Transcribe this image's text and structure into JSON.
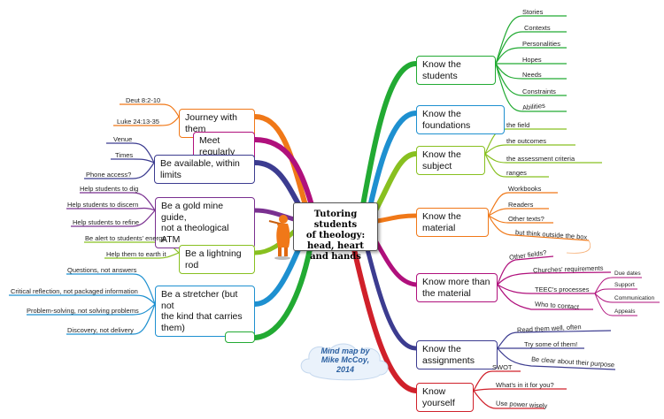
{
  "center": {
    "line1": "Tutoring students",
    "line2": "of theology:",
    "line3": "head, heart",
    "line4": "and hands"
  },
  "credit": {
    "line1": "Mind map by",
    "line2": "Mike McCoy,",
    "line3": "2014"
  },
  "right": {
    "students": {
      "label": "Know the students",
      "color": "#22aa33",
      "leaves": [
        "Stories",
        "Contexts",
        "Personalities",
        "Hopes",
        "Needs",
        "Constraints",
        "Abilities"
      ]
    },
    "foundations": {
      "label": "Know the foundations",
      "color": "#1e90d0"
    },
    "subject": {
      "label": "Know the subject",
      "color": "#88c020",
      "leaves": [
        "the field",
        "the outcomes",
        "the assessment criteria",
        "ranges"
      ]
    },
    "material": {
      "label": "Know the material",
      "color": "#f07818",
      "leaves": [
        "Workbooks",
        "Readers",
        "Other texts?",
        "but think outside the box"
      ]
    },
    "more": {
      "label": "Know more than the material",
      "color": "#b0107c",
      "leaves": [
        "Other fields?",
        "Churches' requirements",
        "TEEC's processes",
        "Who to contact"
      ],
      "subleaves": [
        "Due dates",
        "Support",
        "Communication",
        "Appeals"
      ]
    },
    "assignments": {
      "label": "Know the assignments",
      "color": "#3c3c90",
      "leaves": [
        "Read them well, often",
        "Try some of them!",
        "Be clear about their purpose"
      ]
    },
    "yourself": {
      "label": "Know yourself",
      "color": "#d0202a",
      "leaves": [
        "SWOT",
        "What's in it for you?",
        "Use power wisely"
      ]
    }
  },
  "left": {
    "journey": {
      "label": "Journey with them",
      "color": "#f07818",
      "leaves": [
        "Deut 8:2-10",
        "Luke 24:13-35"
      ]
    },
    "meet": {
      "label": "Meet regularly",
      "color": "#b0107c"
    },
    "available": {
      "label": "Be available, within limits",
      "color": "#3c3c90",
      "leaves": [
        "Venue",
        "Times",
        "Phone access?"
      ]
    },
    "goldmine": {
      "label1": "Be a gold mine guide,",
      "label2": "not a theological ATM",
      "color": "#7a3090",
      "leaves": [
        "Help students to dig",
        "Help students to discern",
        "Help students to refine"
      ]
    },
    "lightning": {
      "label": "Be a lightning rod",
      "color": "#88c020",
      "leaves": [
        "Be alert to students' energy",
        "Help them to earth it"
      ]
    },
    "stretcher": {
      "label1": "Be a stretcher (but not",
      "label2": "the kind that carries",
      "label3": "them)",
      "color": "#1e90d0",
      "leaves": [
        "Questions, not answers",
        "Critical reflection, not packaged information",
        "Problem-solving, not solving problems",
        "Discovery, not delivery"
      ]
    },
    "empty": {
      "color": "#22aa33"
    }
  }
}
